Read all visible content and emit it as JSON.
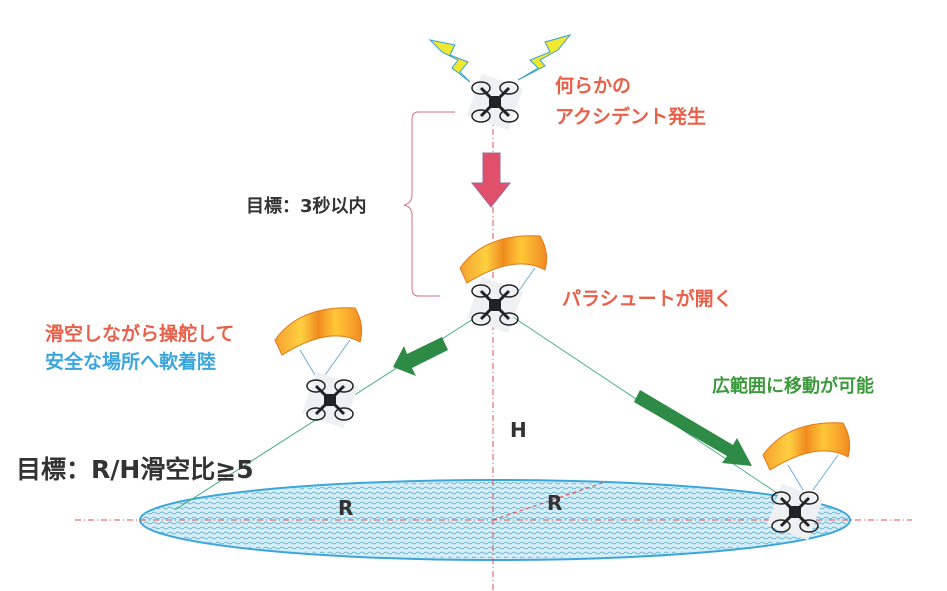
{
  "labels": {
    "accident_line1": "何らかの",
    "accident_line2": "アクシデント発生",
    "goal_time": "目標：3秒以内",
    "parachute_opens": "パラシュートが開く",
    "glide_line1": "滑空しながら操舵して",
    "glide_line2": "安全な場所へ軟着陸",
    "wide_move": "広範囲に移動が可能",
    "goal_ratio": "目標：R/H滑空比≧5",
    "height": "H",
    "radius_left": "R",
    "radius_right": "R"
  },
  "colors": {
    "red_text": "#e8604a",
    "blue_text": "#3aa6dc",
    "green_text": "#3c9a3c",
    "dark_text": "#333333",
    "arrow_pink": "#e0506a",
    "arrow_green": "#2e8b46",
    "ellipse_fill": "#cfe9f2",
    "ellipse_stroke": "#3aa6dc",
    "parachute": "#f5a030",
    "bolt": "#f0e830"
  }
}
